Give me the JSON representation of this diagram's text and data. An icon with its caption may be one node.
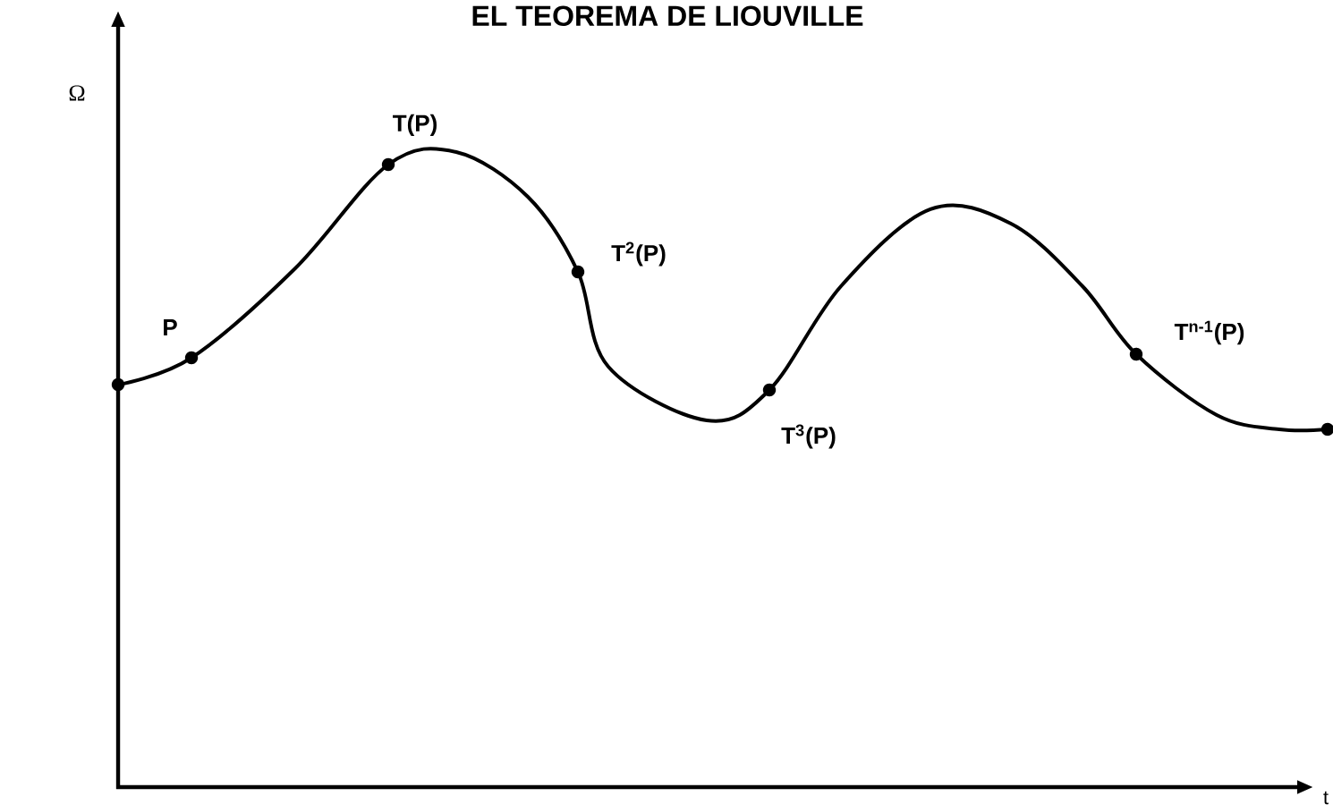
{
  "diagram": {
    "title": "EL TEOREMA DE LIOUVILLE",
    "labels": [
      "Ω",
      "P",
      "T(P)",
      "T$^{2}$(P)",
      "T$^{3}$(P)",
      "T$^{n-1}$(P)",
      "t"
    ]
  }
}
